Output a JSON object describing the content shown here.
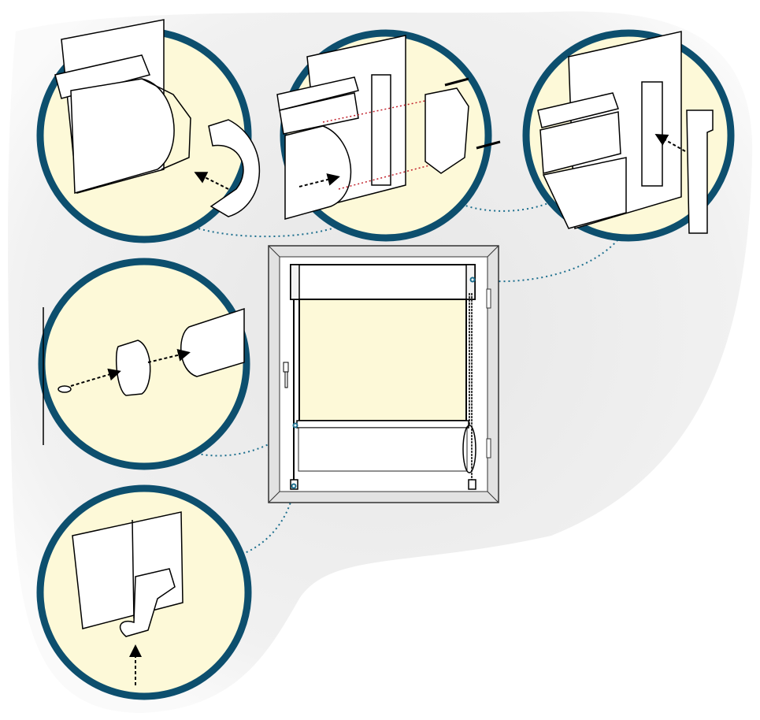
{
  "colors": {
    "circle_stroke": "#0d4f6e",
    "circle_fill": "#fdf9d8",
    "fabric": "#fdf9d8",
    "frame": "#e2e2e2",
    "background_blob": "#ececec",
    "leader_line": "#1d6f8e",
    "guide_red": "#c0202a"
  },
  "icons": [
    "cassette-mount-detail",
    "bracket-screw-detail",
    "wall-bracket-detail",
    "cord-guide-detail",
    "bottom-rail-clip-detail",
    "roller-blind-window"
  ]
}
